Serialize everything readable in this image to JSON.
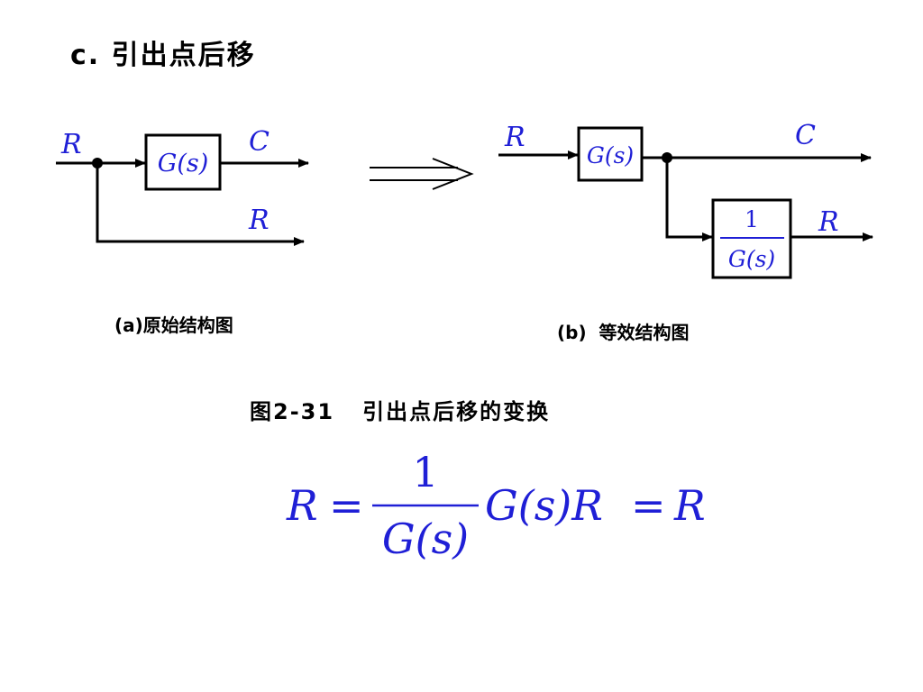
{
  "heading": "c.  引出点后移",
  "diagram_a": {
    "input_label": "R",
    "block_label": "G(s)",
    "output_label": "C",
    "branch_label": "R",
    "caption": "(a)原始结构图"
  },
  "diagram_b": {
    "input_label": "R",
    "block_label": "G(s)",
    "output_label": "C",
    "feedback_block_numerator": "1",
    "feedback_block_denominator": "G(s)",
    "branch_label": "R",
    "caption": "(b)  等效结构图"
  },
  "figure_caption": "图2-31   引出点后移的变换",
  "equation": {
    "lhs": "R",
    "eq1": "=",
    "numerator": "1",
    "denominator": "G(s)",
    "tail": "G(s)R",
    "eq2": "=",
    "rhs": "R"
  },
  "colors": {
    "math": "#1f1fd6",
    "lines": "#000000"
  }
}
